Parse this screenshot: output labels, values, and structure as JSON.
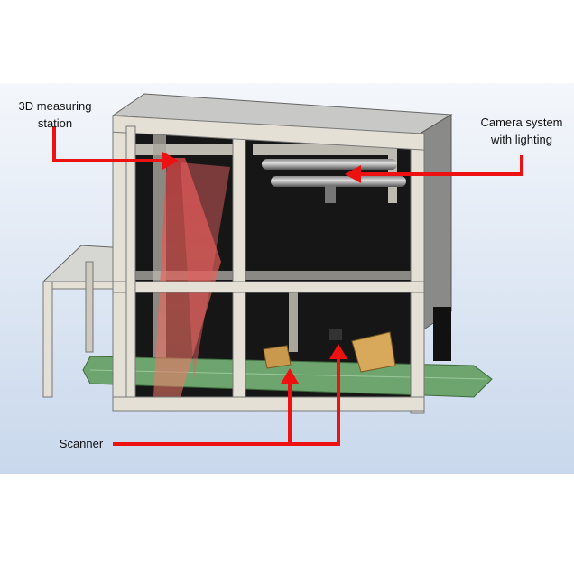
{
  "labels": {
    "measuring_line1": "3D measuring",
    "measuring_line2": "station",
    "camera_line1": "Camera system",
    "camera_line2": "with lighting",
    "scanner": "Scanner"
  },
  "colors": {
    "arrow": "#ee1111",
    "belt": "#6ea56e",
    "frame": "#e4e0d6",
    "box": "#c99a4e"
  }
}
